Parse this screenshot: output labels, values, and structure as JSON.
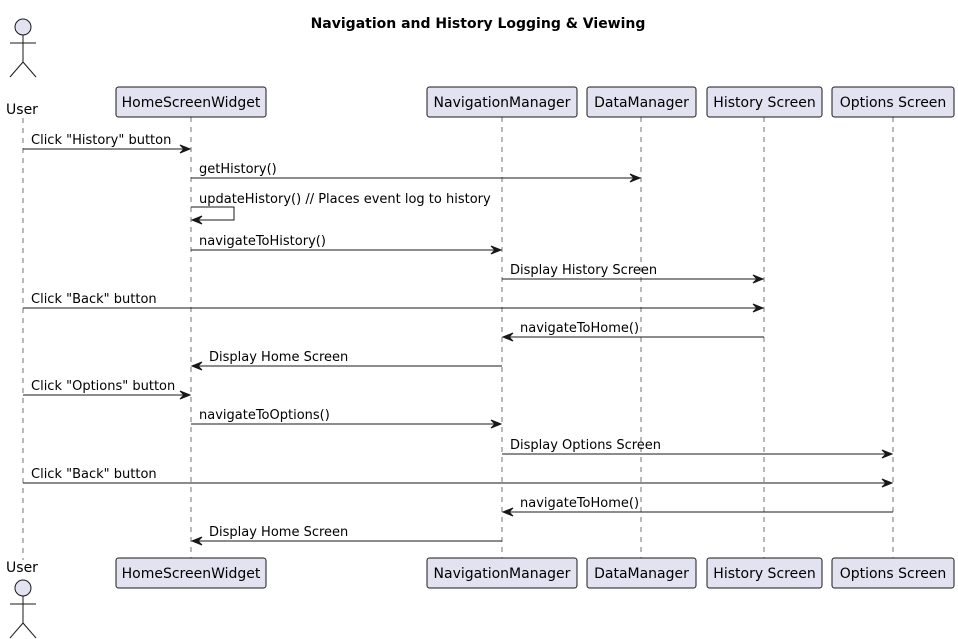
{
  "title": "Navigation and History Logging & Viewing",
  "participants": [
    {
      "id": "user",
      "label": "User",
      "kind": "actor"
    },
    {
      "id": "home",
      "label": "HomeScreenWidget",
      "kind": "participant"
    },
    {
      "id": "nav",
      "label": "NavigationManager",
      "kind": "participant"
    },
    {
      "id": "data",
      "label": "DataManager",
      "kind": "participant"
    },
    {
      "id": "history",
      "label": "History Screen",
      "kind": "participant"
    },
    {
      "id": "options",
      "label": "Options Screen",
      "kind": "participant"
    }
  ],
  "messages": [
    {
      "from": "user",
      "to": "home",
      "label": "Click \"History\" button"
    },
    {
      "from": "home",
      "to": "data",
      "label": "getHistory()"
    },
    {
      "from": "home",
      "to": "home",
      "label": "updateHistory()  // Places event log to history"
    },
    {
      "from": "home",
      "to": "nav",
      "label": "navigateToHistory()"
    },
    {
      "from": "nav",
      "to": "history",
      "label": "Display History Screen"
    },
    {
      "from": "user",
      "to": "history",
      "label": "Click \"Back\" button"
    },
    {
      "from": "history",
      "to": "nav",
      "label": "navigateToHome()"
    },
    {
      "from": "nav",
      "to": "home",
      "label": "Display Home Screen"
    },
    {
      "from": "user",
      "to": "home",
      "label": "Click \"Options\" button"
    },
    {
      "from": "home",
      "to": "nav",
      "label": "navigateToOptions()"
    },
    {
      "from": "nav",
      "to": "options",
      "label": "Display Options Screen"
    },
    {
      "from": "user",
      "to": "options",
      "label": "Click \"Back\" button"
    },
    {
      "from": "options",
      "to": "nav",
      "label": "navigateToHome()"
    },
    {
      "from": "nav",
      "to": "home",
      "label": "Display Home Screen"
    }
  ]
}
